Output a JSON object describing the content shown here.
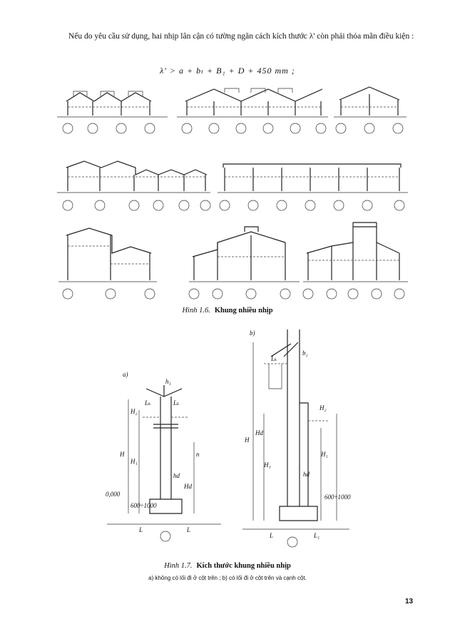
{
  "intro_text": "Nếu do yêu cầu sử dụng, hai nhịp lân cận có tường ngăn cách kích thước λ' còn phải thỏa mãn điều kiện :",
  "formula": "λ' > a + bₜ + B₁ + D + 450 mm ;",
  "figure_1_6": {
    "label": "Hình 1.6.",
    "title": "Khung nhiều nhịp"
  },
  "figure_1_7": {
    "label": "Hình 1.7.",
    "title": "Kích thước khung nhiều nhịp",
    "subcaption": "a) không có lối đi ở cột trên ; b) có lối đi ở cột trên và cạnh cột.",
    "panel_a": {
      "tag": "a)",
      "labels": [
        "h₁",
        "Lₖ",
        "Lₖ",
        "H₂",
        "H",
        "H₁",
        "n",
        "hd",
        "Hd",
        "0,000",
        "600÷1000",
        "L",
        "L"
      ]
    },
    "panel_b": {
      "tag": "b)",
      "labels": [
        "b₂",
        "Lₖ",
        "H₂",
        "H",
        "Hd",
        "H₁",
        "hd",
        "H₁",
        "600÷1000",
        "L",
        "L₁"
      ]
    }
  },
  "page_number": "13"
}
